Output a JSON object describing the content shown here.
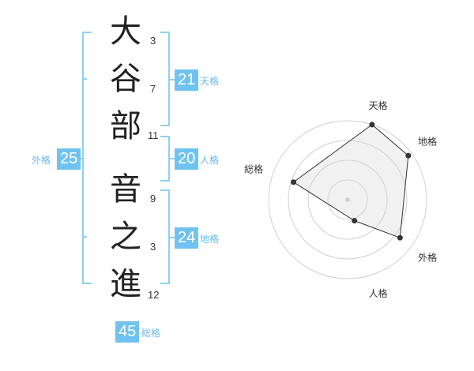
{
  "name": {
    "chars": [
      {
        "char": "大",
        "strokes": "3"
      },
      {
        "char": "谷",
        "strokes": "7"
      },
      {
        "char": "部",
        "strokes": "11"
      },
      {
        "char": "音",
        "strokes": "9"
      },
      {
        "char": "之",
        "strokes": "3"
      },
      {
        "char": "進",
        "strokes": "12"
      }
    ]
  },
  "kakaku": {
    "tenkaku": {
      "value": "21",
      "label": "天格"
    },
    "jinkaku": {
      "value": "20",
      "label": "人格"
    },
    "chikaku": {
      "value": "24",
      "label": "地格"
    },
    "gaikaku": {
      "value": "25",
      "label": "外格"
    },
    "soukaku": {
      "value": "45",
      "label": "総格"
    }
  },
  "colors": {
    "accent": "#70c3f0",
    "bracket": "#8fd0f4"
  },
  "chart_data": {
    "type": "radar",
    "axes": [
      "総格",
      "天格",
      "地格",
      "外格",
      "人格"
    ],
    "values": [
      0.72,
      1.0,
      0.95,
      0.82,
      0.28
    ],
    "grid": true,
    "rings": 4
  }
}
